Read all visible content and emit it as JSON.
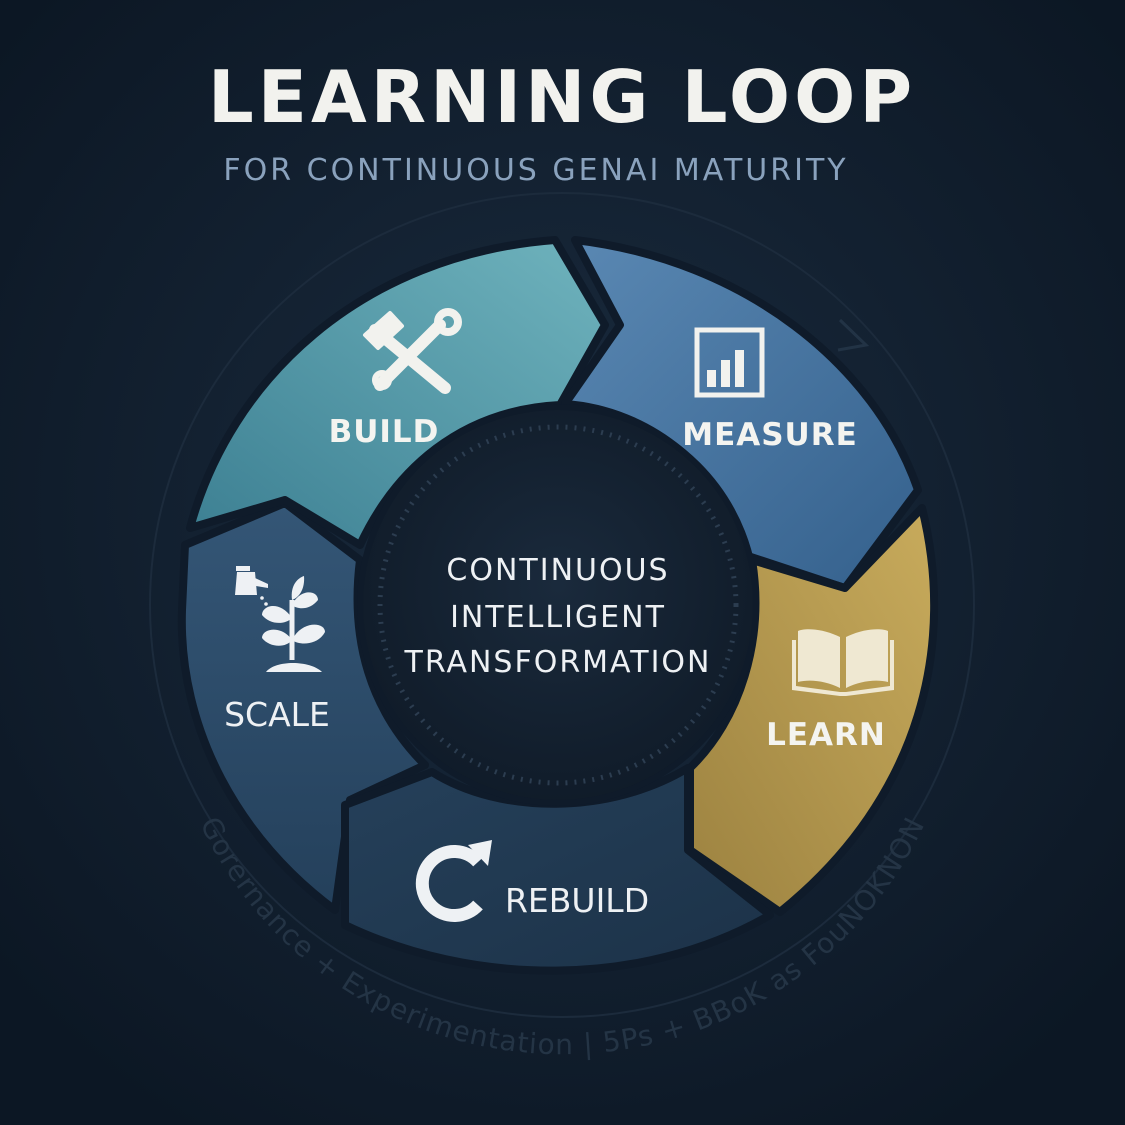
{
  "header": {
    "title": "LEARNING LOOP",
    "subtitle": "FOR CONTINUOUS GENAI MATURITY"
  },
  "center": {
    "lines": [
      "CONTINUOUS",
      "INTELLIGENT",
      "TRANSFORMATION"
    ]
  },
  "stages": [
    {
      "id": "build",
      "label": "BUILD",
      "icon": "tools-icon",
      "color": "#4f9aa8"
    },
    {
      "id": "measure",
      "label": "MEASURE",
      "icon": "bar-chart-icon",
      "color": "#3f6d99"
    },
    {
      "id": "learn",
      "label": "LEARN",
      "icon": "open-book-icon",
      "color": "#b59a4c"
    },
    {
      "id": "rebuild",
      "label": "REBUILD",
      "icon": "refresh-icon",
      "color": "#21384f"
    },
    {
      "id": "scale",
      "label": "SCALE",
      "icon": "plant-watering-icon",
      "color": "#2d4a66"
    }
  ],
  "footer_arc_text": "Gorernance + Experimentation | 5Ps + BBoK as FouNOKNON",
  "colors": {
    "background": "#0f1b2a",
    "center_disc": "#13202f"
  }
}
